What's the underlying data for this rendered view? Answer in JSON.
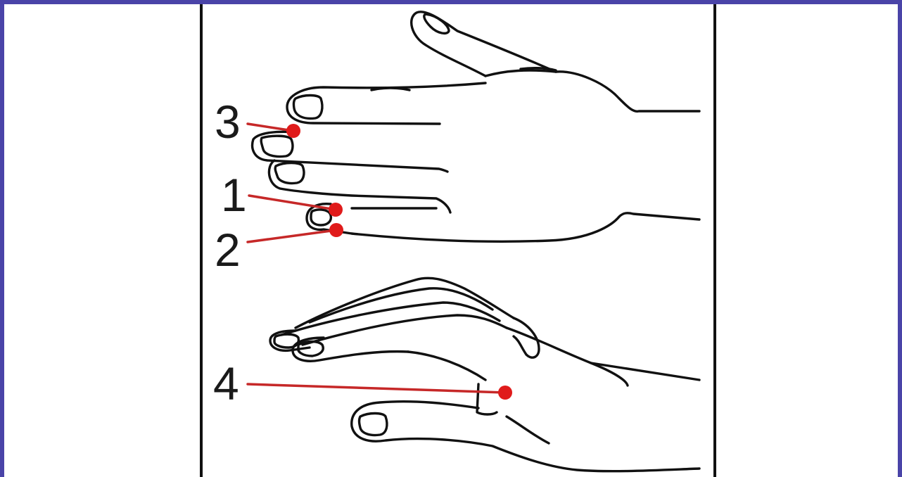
{
  "points": [
    {
      "label": "3",
      "color": "#e01b1b"
    },
    {
      "label": "1",
      "color": "#e01b1b"
    },
    {
      "label": "2",
      "color": "#e01b1b"
    },
    {
      "label": "4",
      "color": "#e01b1b"
    }
  ],
  "colors": {
    "frame": "#4a44a8",
    "outline": "#111111",
    "leader": "#c62828"
  }
}
